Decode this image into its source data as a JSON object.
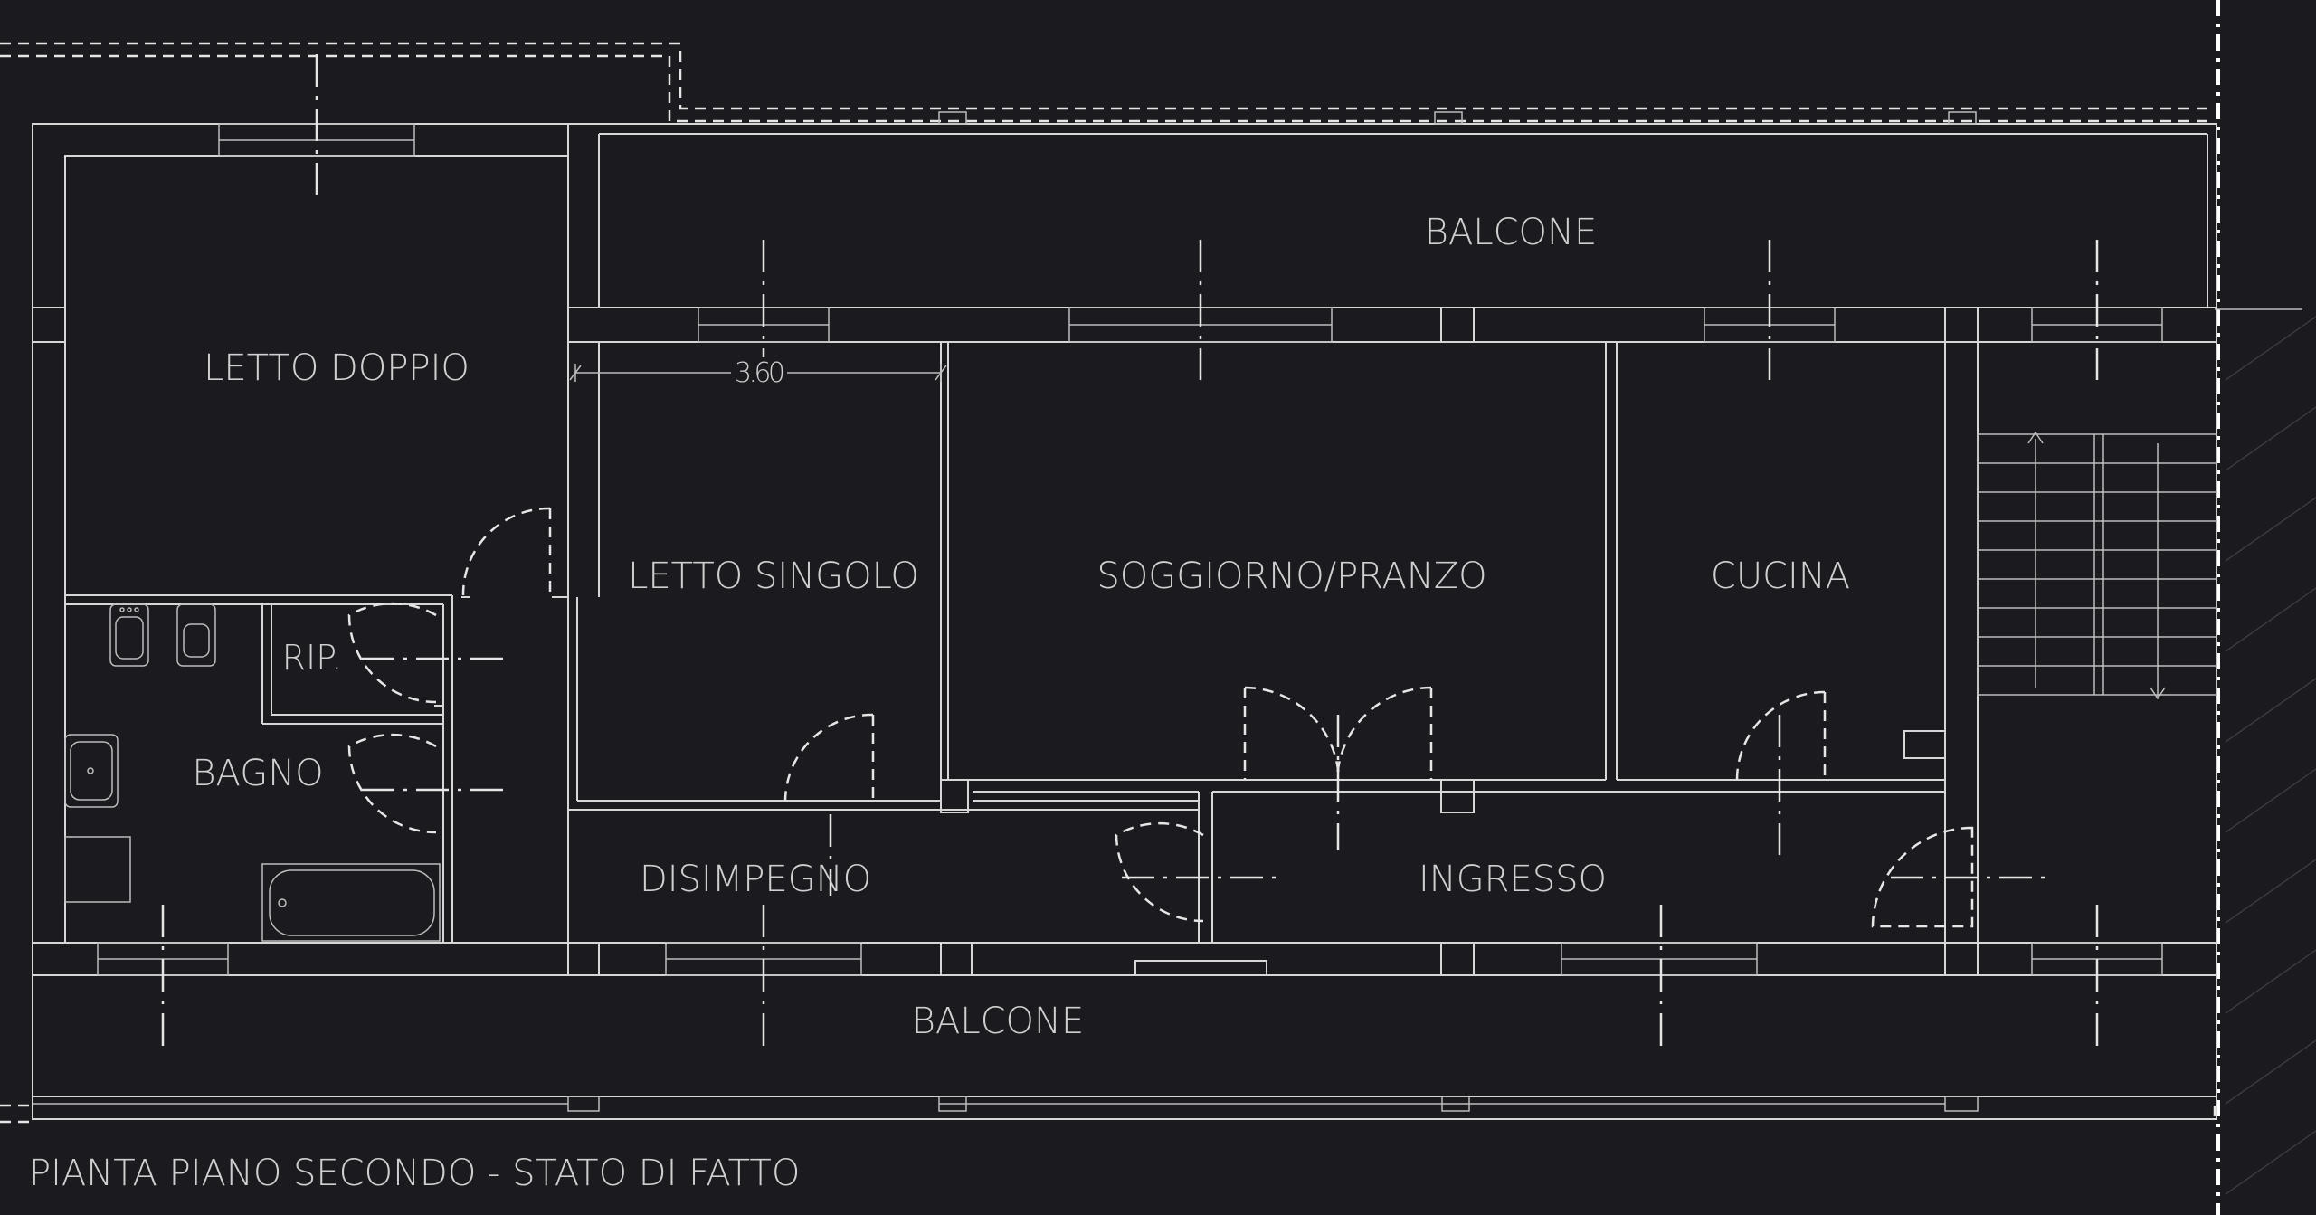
{
  "drawing": {
    "title": "PIANTA PIANO SECONDO - STATO DI FATTO",
    "dimension_label": "3.60",
    "rooms": {
      "balcone_north": "BALCONE",
      "letto_doppio": "LETTO DOPPIO",
      "letto_singolo": "LETTO SINGOLO",
      "soggiorno": "SOGGIORNO/PRANZO",
      "cucina": "CUCINA",
      "ripostiglio": "RIP.",
      "bagno": "BAGNO",
      "disimpegno": "DISIMPEGNO",
      "ingresso": "INGRESSO",
      "balcone_south": "BALCONE"
    },
    "colors": {
      "background": "#1b1a1f",
      "lines": "#d6d6d6",
      "text": "#cfcfcf"
    }
  }
}
